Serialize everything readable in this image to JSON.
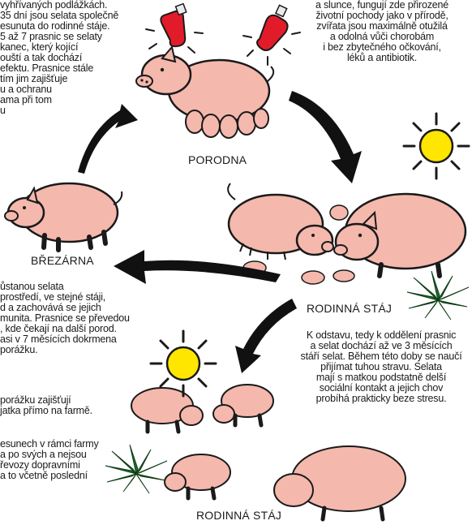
{
  "labels": {
    "porodna": "PORODNA",
    "brezarna": "BŘEZÁRNA",
    "rodinna_staj_right": "RODINNÁ STÁJ",
    "rodinna_staj_bottom": "RODINNÁ STÁJ"
  },
  "text_blocks": {
    "top_left": [
      "vyhřívaných podlážkách.",
      "35 dní jsou selata společně",
      "esunuta do rodinné stáje.",
      "5 až 7 prasnic se selaty",
      "kanec, který kojící",
      "ouští a tak dochází",
      "efektu. Prasnice stále",
      "tím jim zajišťuje",
      "u a ochranu",
      "ama při tom",
      "u"
    ],
    "top_right": [
      "a slunce, fungují zde přirozené",
      "životní pochody jako v přírodě,",
      "zvířata jsou maximálně otužilá",
      "a odolná vůči chorobám",
      "i bez zbytečného očkování,",
      "léků a antibiotik."
    ],
    "middle_left": [
      "ůstanou selata",
      "prostředí, ve stejné stáji,",
      "d a zachovává se jejich",
      "munita. Prasnice se převedou",
      ", kde čekají na další porod.",
      "asi v 7 měsících dokrmena",
      "porážku."
    ],
    "bottom_left_1": [
      "porážku zajišťují",
      "jatka přímo na farmě."
    ],
    "bottom_left_2": [
      "esunech v rámci farmy",
      "a po svých a nejsou",
      "řevozy dopravními",
      "a to včetně poslední"
    ],
    "right_middle": [
      "K odstavu, tedy k oddělení prasnic",
      "a selat dochází až ve 3 měsících",
      "stáří selat. Během této doby se naučí",
      "přijímat tuhou stravu. Selata",
      "mají s matkou podstatně delší",
      "sociální kontakt a jejich chov",
      "probíhá prakticky beze stresu."
    ]
  },
  "colors": {
    "pig": "#f4b8ad",
    "pig_stroke": "#1a1a1a",
    "heat_lamp": "#e21b2b",
    "sun": "#ffe600",
    "plant": "#1f6e2a",
    "arrow": "#111111"
  }
}
